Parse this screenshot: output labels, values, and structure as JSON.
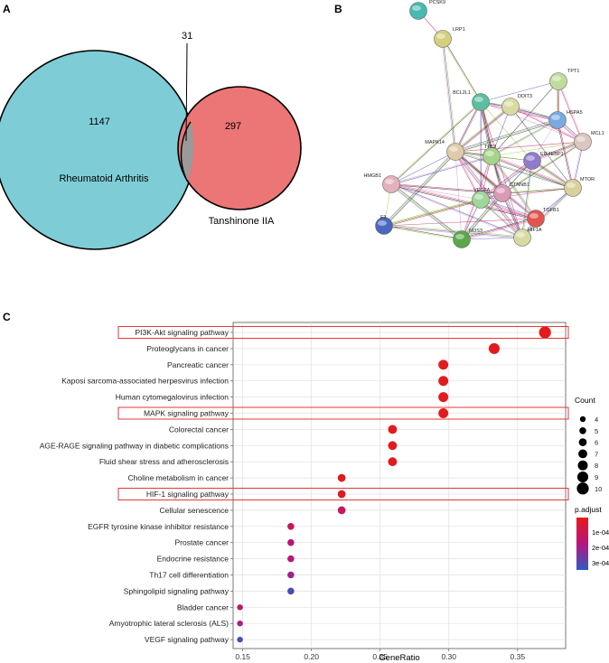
{
  "panels": {
    "a": {
      "letter": "A",
      "venn": {
        "left_set": "Rheumatoid Arthritis",
        "right_set": "Tanshinone IIA",
        "left_only": "1147",
        "right_only": "297",
        "intersection": "31"
      },
      "colors": {
        "left": "#7ecdd6",
        "right": "#ec7575"
      }
    },
    "b": {
      "letter": "B",
      "nodes": [
        {
          "id": "PCSK9",
          "color": "#48b9b0"
        },
        {
          "id": "LRP1",
          "color": "#d5cf7e"
        },
        {
          "id": "TPT1",
          "color": "#c0dc9d"
        },
        {
          "id": "BCL2L1",
          "color": "#5bbf9f"
        },
        {
          "id": "DDIT3",
          "color": "#d9dca0"
        },
        {
          "id": "HSPA5",
          "color": "#79a9df"
        },
        {
          "id": "MCL1",
          "color": "#dbc6c0"
        },
        {
          "id": "MAPK14",
          "color": "#e0caaa"
        },
        {
          "id": "TP53",
          "color": "#a6d38a"
        },
        {
          "id": "EIF4EBP1",
          "color": "#8f7bc9"
        },
        {
          "id": "HMGB1",
          "color": "#e3b1ba"
        },
        {
          "id": "MTOR",
          "color": "#d9d09c"
        },
        {
          "id": "VEGFA",
          "color": "#9fd69a"
        },
        {
          "id": "CTNNB1",
          "color": "#d99ab6"
        },
        {
          "id": "TGFB1",
          "color": "#e1554e"
        },
        {
          "id": "F3",
          "color": "#4a68be"
        },
        {
          "id": "NOS3",
          "color": "#5aa84a"
        },
        {
          "id": "HIF1A",
          "color": "#d7dba0"
        }
      ],
      "edge_colors": [
        "#c41e63",
        "#2b2b2b",
        "#9acd32",
        "#3f51b5",
        "#e68fc0"
      ]
    },
    "c": {
      "letter": "C",
      "highlight_color": "#e53935",
      "chart_data": {
        "type": "scatter",
        "xlabel": "GeneRatio",
        "xlim": [
          0.143,
          0.385
        ],
        "x_ticks": [
          "0.15",
          "0.20",
          "0.25",
          "0.30",
          "0.35"
        ],
        "pathways": [
          {
            "name": "PI3K-Akt signaling pathway",
            "gene_ratio": 0.37,
            "count": 10,
            "p_adjust": 2e-06,
            "highlight": true
          },
          {
            "name": "Proteoglycans in cancer",
            "gene_ratio": 0.333,
            "count": 9,
            "p_adjust": 3e-06,
            "highlight": false
          },
          {
            "name": "Pancreatic cancer",
            "gene_ratio": 0.296,
            "count": 8,
            "p_adjust": 1e-06,
            "highlight": false
          },
          {
            "name": "Kaposi sarcoma-associated herpesvirus infection",
            "gene_ratio": 0.296,
            "count": 8,
            "p_adjust": 4e-06,
            "highlight": false
          },
          {
            "name": "Human cytomegalovirus infection",
            "gene_ratio": 0.296,
            "count": 8,
            "p_adjust": 5e-06,
            "highlight": false
          },
          {
            "name": "MAPK signaling pathway",
            "gene_ratio": 0.296,
            "count": 8,
            "p_adjust": 8e-06,
            "highlight": true
          },
          {
            "name": "Colorectal cancer",
            "gene_ratio": 0.259,
            "count": 7,
            "p_adjust": 2e-06,
            "highlight": false
          },
          {
            "name": "AGE-RAGE signaling pathway in diabetic complications",
            "gene_ratio": 0.259,
            "count": 7,
            "p_adjust": 3e-06,
            "highlight": false
          },
          {
            "name": "Fluid shear stress and atherosclerosis",
            "gene_ratio": 0.259,
            "count": 7,
            "p_adjust": 6e-06,
            "highlight": false
          },
          {
            "name": "Choline metabolism in cancer",
            "gene_ratio": 0.222,
            "count": 6,
            "p_adjust": 1.2e-05,
            "highlight": false
          },
          {
            "name": "HIF-1 signaling pathway",
            "gene_ratio": 0.222,
            "count": 6,
            "p_adjust": 1.4e-05,
            "highlight": true
          },
          {
            "name": "Cellular senescence",
            "gene_ratio": 0.222,
            "count": 6,
            "p_adjust": 0.00012,
            "highlight": false
          },
          {
            "name": "EGFR tyrosine kinase inhibitor resistance",
            "gene_ratio": 0.185,
            "count": 5,
            "p_adjust": 0.00011,
            "highlight": false
          },
          {
            "name": "Prostate cancer",
            "gene_ratio": 0.185,
            "count": 5,
            "p_adjust": 0.00016,
            "highlight": false
          },
          {
            "name": "Endocrine resistance",
            "gene_ratio": 0.185,
            "count": 5,
            "p_adjust": 0.00017,
            "highlight": false
          },
          {
            "name": "Th17 cell differentiation",
            "gene_ratio": 0.185,
            "count": 5,
            "p_adjust": 0.00021,
            "highlight": false
          },
          {
            "name": "Sphingolipid signaling pathway",
            "gene_ratio": 0.185,
            "count": 5,
            "p_adjust": 0.00033,
            "highlight": false
          },
          {
            "name": "Bladder cancer",
            "gene_ratio": 0.148,
            "count": 4,
            "p_adjust": 0.00014,
            "highlight": false
          },
          {
            "name": "Amyotrophic lateral sclerosis (ALS)",
            "gene_ratio": 0.148,
            "count": 4,
            "p_adjust": 0.00019,
            "highlight": false
          },
          {
            "name": "VEGF signaling pathway",
            "gene_ratio": 0.148,
            "count": 4,
            "p_adjust": 0.00033,
            "highlight": false
          }
        ],
        "size_legend": {
          "title": "Count",
          "values": [
            4,
            5,
            6,
            7,
            8,
            9,
            10
          ]
        },
        "color_legend": {
          "title": "p.adjust",
          "labels": [
            "1e-04",
            "2e-04",
            "3e-04"
          ],
          "range": [
            1e-06,
            0.00036
          ],
          "colors": [
            "#e41a1c",
            "#b5177e",
            "#2f5ac1"
          ]
        },
        "grid": true,
        "legend_position": "right"
      }
    }
  }
}
